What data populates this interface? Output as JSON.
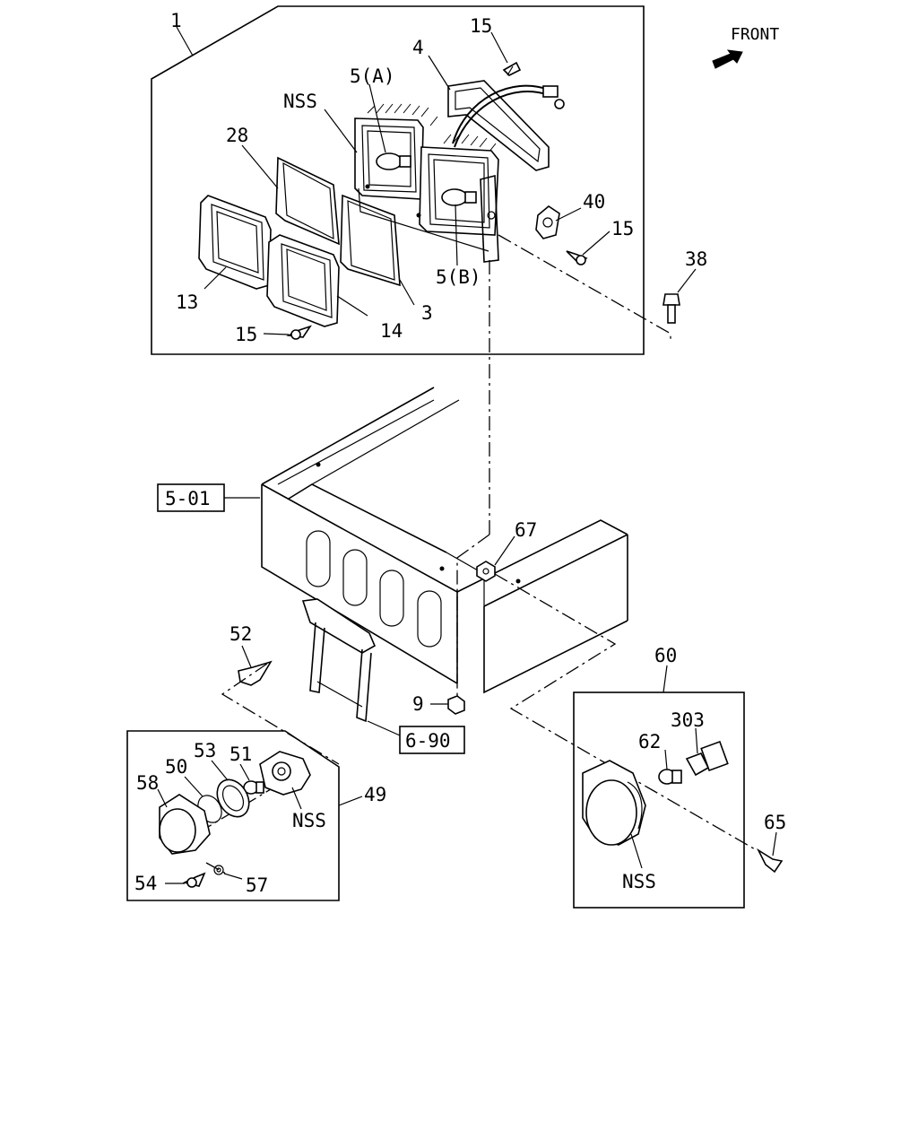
{
  "direction": {
    "label": "FRONT"
  },
  "group_boxes": {
    "headlamp_group": "1",
    "side_marker_group": "49",
    "fog_lamp_group": "60"
  },
  "references": {
    "frame": "5-01",
    "bracket": "6-90"
  },
  "parts": {
    "headlamp_screw_top": "15",
    "headlamp_bracket": "4",
    "bulb_a": "5(A)",
    "nss_headlamp": "NSS",
    "seal_upper": "28",
    "connector_plate": "40",
    "screw_right": "15",
    "bolt_headlamp": "38",
    "lens_left": "13",
    "bulb_b": "5(B)",
    "seal_right": "3",
    "lens_lower": "14",
    "screw_bottom": "15",
    "nut_frame": "67",
    "clip": "52",
    "nut_lower": "9",
    "fog_lamp_socket": "303",
    "fog_lamp_bulb": "62",
    "fog_bolt": "65",
    "nss_fog": "NSS",
    "gasket_53": "53",
    "bulb_51": "51",
    "lens_58": "58",
    "seal_50": "50",
    "nss_marker": "NSS",
    "screw_54": "54",
    "washer_57": "57"
  }
}
